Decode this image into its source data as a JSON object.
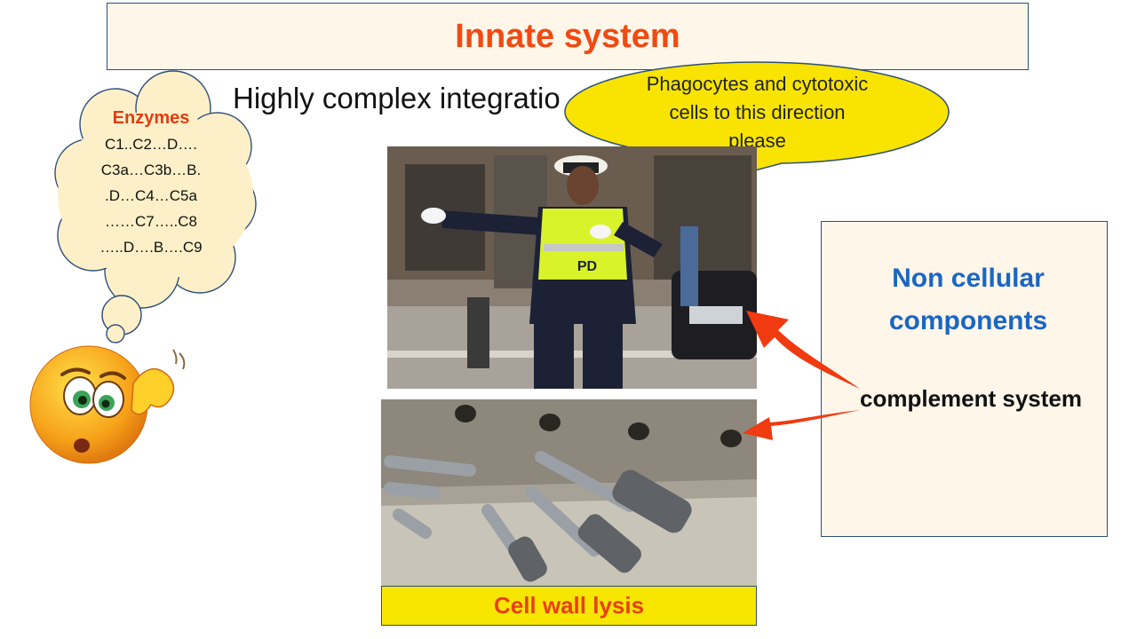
{
  "header": {
    "title": "Innate system"
  },
  "subtitle": "Highly complex integratio",
  "thought_bubble": {
    "title": "Enzymes",
    "lines": [
      "C1..C2…D….",
      "C3a…C3b…B.",
      ".D…C4…C5a",
      "……C7…..C8",
      "…..D….B….C9"
    ]
  },
  "speech_bubble": {
    "lines": [
      "Phagocytes and cytotoxic",
      "cells to this direction",
      "please"
    ]
  },
  "police_photo": {
    "vest_label": "PD"
  },
  "drill_photo": {
    "caption": "Cell wall lysis"
  },
  "side_panel": {
    "title_lines": [
      "Non cellular",
      "components"
    ],
    "subtitle": "complement system"
  },
  "colors": {
    "title_red": "#f04a12",
    "panel_bg": "#fdf6e9",
    "border_blue": "#2f4f7a",
    "heading_blue": "#1a66c2",
    "callout_yellow": "#f7e600",
    "arrow_red": "#f03a10"
  }
}
